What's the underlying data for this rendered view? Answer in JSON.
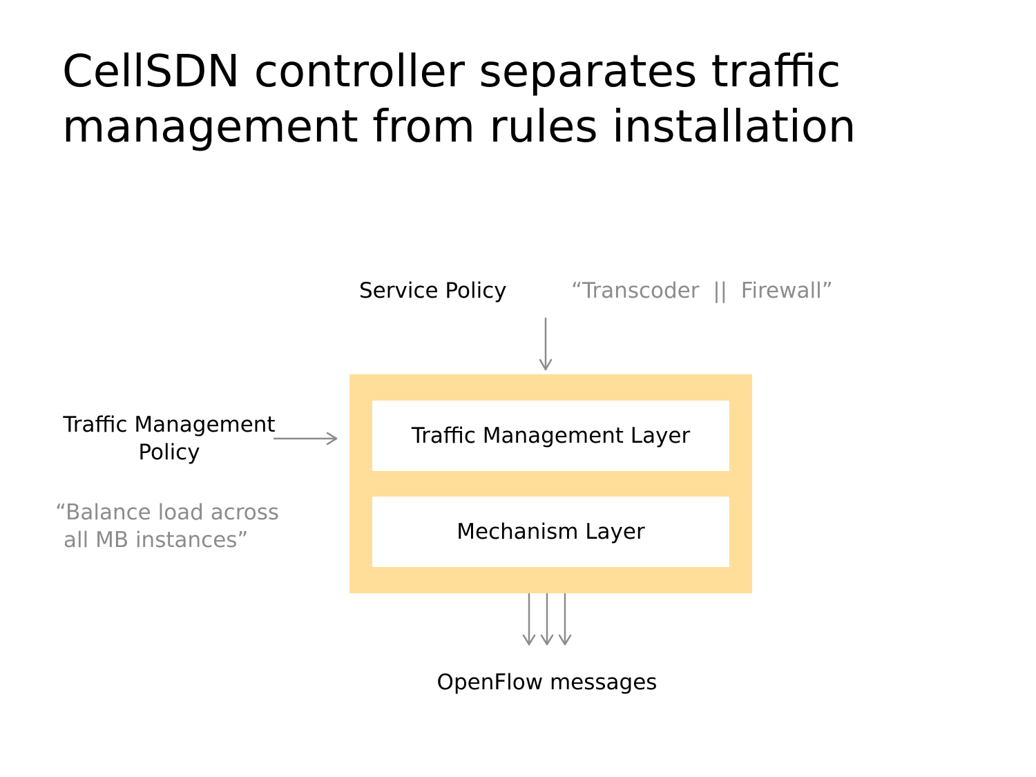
{
  "title": {
    "line1": "CellSDN controller separates traffic",
    "line2": "management from rules installation"
  },
  "service_policy": {
    "label": "Service Policy",
    "example": "“Transcoder  ||  Firewall”"
  },
  "traffic_policy": {
    "label_line1": "Traffic Management",
    "label_line2": "Policy",
    "example_line1": "“Balance load across",
    "example_line2": "all MB instances”"
  },
  "controller": {
    "top_layer": "Traffic Management Layer",
    "bottom_layer": "Mechanism Layer"
  },
  "output": {
    "label": "OpenFlow messages"
  },
  "colors": {
    "controller_fill": "#ffde99",
    "arrow": "#8c8c8c",
    "example_text": "#8c8c8c"
  }
}
